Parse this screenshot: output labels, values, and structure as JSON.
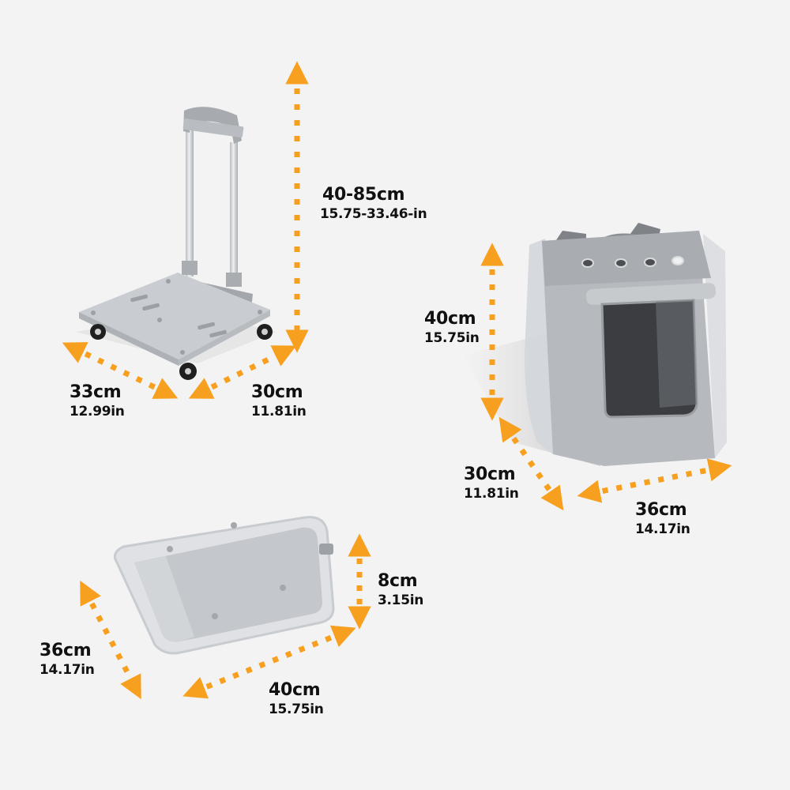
{
  "accent_color": "#f7a01f",
  "background_color": "#f3f3f3",
  "products": {
    "trolley": {
      "name": "trolley-cart",
      "height": {
        "cm": "40-85cm",
        "in": "15.75-33.46-in"
      },
      "length": {
        "cm": "33cm",
        "in": "12.99in"
      },
      "width": {
        "cm": "30cm",
        "in": "11.81in"
      }
    },
    "carrier": {
      "name": "pet-carrier-backpack",
      "height": {
        "cm": "40cm",
        "in": "15.75in"
      },
      "depth": {
        "cm": "30cm",
        "in": "11.81in"
      },
      "width": {
        "cm": "36cm",
        "in": "14.17in"
      }
    },
    "folded": {
      "name": "folded-carrier",
      "thickness": {
        "cm": "8cm",
        "in": "3.15in"
      },
      "depth": {
        "cm": "36cm",
        "in": "14.17in"
      },
      "width": {
        "cm": "40cm",
        "in": "15.75in"
      }
    }
  }
}
